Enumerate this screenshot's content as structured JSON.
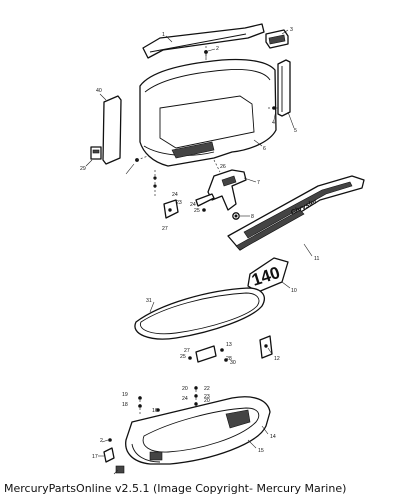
{
  "caption": "MercuryPartsOnline v2.5.1 (Image Copyright- Mercury Marine)",
  "decal": {
    "brand_text": "Chrysler",
    "horsepower_text": "140"
  },
  "callouts": [
    {
      "id": "c1",
      "text": "1"
    },
    {
      "id": "c2",
      "text": "2"
    },
    {
      "id": "c3",
      "text": "3"
    },
    {
      "id": "c4",
      "text": "4"
    },
    {
      "id": "c5",
      "text": "5"
    },
    {
      "id": "c6",
      "text": "6"
    },
    {
      "id": "c7",
      "text": "7"
    },
    {
      "id": "c8",
      "text": "8"
    },
    {
      "id": "c10",
      "text": "10"
    },
    {
      "id": "c11",
      "text": "11"
    },
    {
      "id": "c12",
      "text": "12"
    },
    {
      "id": "c13",
      "text": "13"
    },
    {
      "id": "c14",
      "text": "14"
    },
    {
      "id": "c15",
      "text": "15"
    },
    {
      "id": "c16",
      "text": "16"
    },
    {
      "id": "c17",
      "text": "17"
    },
    {
      "id": "c18",
      "text": "18"
    },
    {
      "id": "c19",
      "text": "19"
    },
    {
      "id": "c20",
      "text": "20"
    },
    {
      "id": "c21",
      "text": "21"
    },
    {
      "id": "c22",
      "text": "22"
    },
    {
      "id": "c23",
      "text": "23"
    },
    {
      "id": "c24",
      "text": "24"
    },
    {
      "id": "c25",
      "text": "25"
    },
    {
      "id": "c26",
      "text": "26"
    },
    {
      "id": "c27",
      "text": "27"
    },
    {
      "id": "c28",
      "text": "28"
    },
    {
      "id": "c29",
      "text": "29"
    },
    {
      "id": "c30",
      "text": "30"
    },
    {
      "id": "c31",
      "text": "31"
    },
    {
      "id": "c40",
      "text": "40"
    }
  ]
}
